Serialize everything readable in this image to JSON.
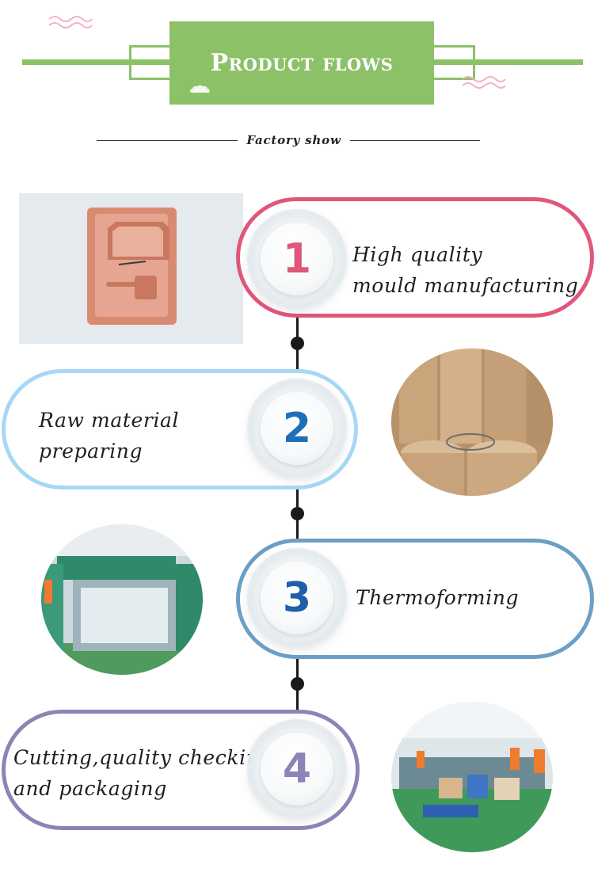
{
  "header": {
    "title": "Product flows",
    "subtitle": "Factory show"
  },
  "colors": {
    "banner_green": "#8cc168",
    "step1": "#e0577a",
    "step2": "#a6d8f5",
    "step3": "#6b9fc6",
    "step4": "#8c84b6"
  },
  "steps": [
    {
      "number": "1",
      "line1": "High quality",
      "line2": "mould manufacturing",
      "color": "#e0577a",
      "photo": "pink-mould-tray-photo"
    },
    {
      "number": "2",
      "line1": "Raw material",
      "line2": "preparing",
      "color": "#1f6fb8",
      "photo": "material-rolls-photo"
    },
    {
      "number": "3",
      "line1": "Thermoforming",
      "line2": "",
      "color": "#1f5fa8",
      "photo": "thermoforming-machine-photo"
    },
    {
      "number": "4",
      "line1": "Cutting,quality checking",
      "line2": "and packaging",
      "color": "#8c84b6",
      "photo": "packaging-workshop-photo"
    }
  ]
}
